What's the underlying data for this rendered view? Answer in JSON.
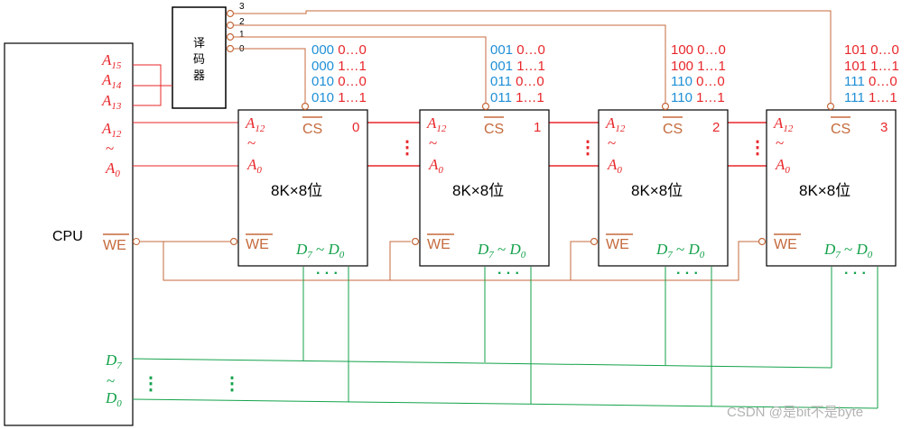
{
  "cpu": {
    "label": "CPU"
  },
  "decoder": {
    "label_chars": [
      "译",
      "码",
      "器"
    ],
    "outputs": [
      "3",
      "2",
      "1",
      "0"
    ]
  },
  "cpu_pins": {
    "a15": "A",
    "a15_sub": "15",
    "a14": "A",
    "a14_sub": "14",
    "a13": "A",
    "a13_sub": "13",
    "a12": "A",
    "a12_sub": "12",
    "tilde": "~",
    "a0": "A",
    "a0_sub": "0",
    "we": "WE",
    "d7": "D",
    "d7_sub": "7",
    "d0": "D",
    "d0_sub": "0"
  },
  "chips": [
    {
      "index": "0",
      "capacity": "8K×8位",
      "a12": "A",
      "a12_sub": "12",
      "a0": "A",
      "a0_sub": "0",
      "cs": "CS",
      "we": "WE",
      "data": "D",
      "data_hi": "7",
      "data_tilde": " ~ ",
      "data_lo": "0",
      "addr_rows": [
        {
          "prefix": "000",
          "rest": " 0…0"
        },
        {
          "prefix": "000",
          "rest": " 1…1"
        },
        {
          "prefix": "010",
          "rest": " 0…0"
        },
        {
          "prefix": "010",
          "rest": " 1…1"
        }
      ]
    },
    {
      "index": "1",
      "capacity": "8K×8位",
      "a12": "A",
      "a12_sub": "12",
      "a0": "A",
      "a0_sub": "0",
      "cs": "CS",
      "we": "WE",
      "data": "D",
      "data_hi": "7",
      "data_tilde": " ~ ",
      "data_lo": "0",
      "addr_rows": [
        {
          "prefix": "001",
          "rest": " 0…0"
        },
        {
          "prefix": "001",
          "rest": " 1…1"
        },
        {
          "prefix": "011",
          "rest": " 0…0"
        },
        {
          "prefix": "011",
          "rest": " 1…1"
        }
      ]
    },
    {
      "index": "2",
      "capacity": "8K×8位",
      "a12": "A",
      "a12_sub": "12",
      "a0": "A",
      "a0_sub": "0",
      "cs": "CS",
      "we": "WE",
      "data": "D",
      "data_hi": "7",
      "data_tilde": " ~ ",
      "data_lo": "0",
      "addr_rows": [
        {
          "prefix": "100",
          "rest": " 0…0"
        },
        {
          "prefix": "100",
          "rest": " 1…1"
        },
        {
          "prefix": "110",
          "rest": " 0…0"
        },
        {
          "prefix": "110",
          "rest": " 1…1"
        }
      ]
    },
    {
      "index": "3",
      "capacity": "8K×8位",
      "a12": "A",
      "a12_sub": "12",
      "a0": "A",
      "a0_sub": "0",
      "cs": "CS",
      "we": "WE",
      "data": "D",
      "data_hi": "7",
      "data_tilde": " ~ ",
      "data_lo": "0",
      "addr_rows": [
        {
          "prefix": "101",
          "rest": " 0…0"
        },
        {
          "prefix": "101",
          "rest": " 1…1"
        },
        {
          "prefix": "111",
          "rest": " 0…0"
        },
        {
          "prefix": "111",
          "rest": " 1…1"
        }
      ]
    }
  ],
  "vdots": "⋮",
  "hdots": "· · ·",
  "watermark": "CSDN @是bit不是byte",
  "colors": {
    "address": "#e8262a",
    "control": "#c56a3c",
    "data": "#13a24a",
    "prefix": "#1e8fd6",
    "outline": "#000000",
    "decoder_wire": "#c56a3c",
    "watermark": "#b3b3b3"
  }
}
